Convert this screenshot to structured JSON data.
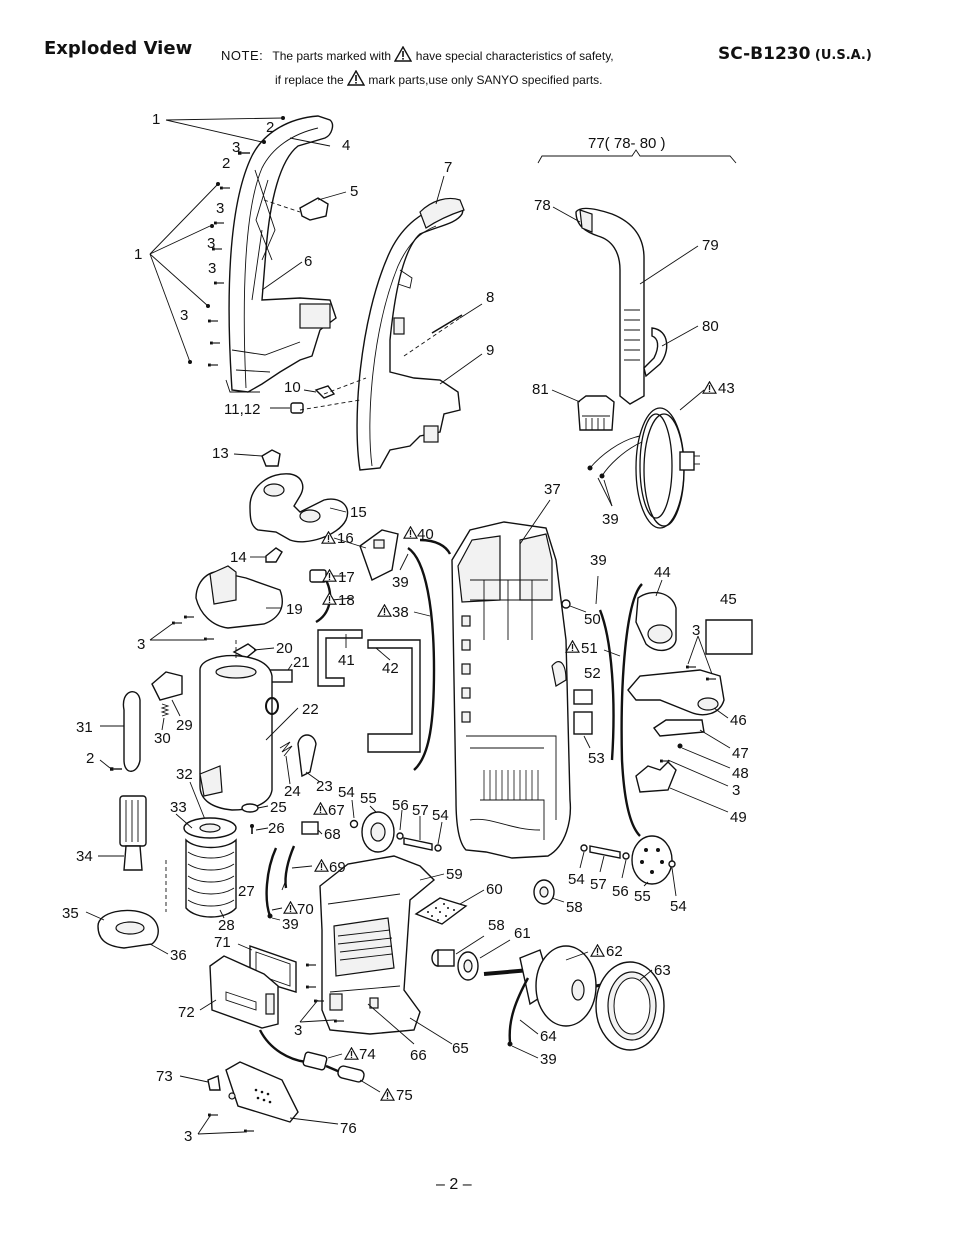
{
  "header": {
    "title": "Exploded View",
    "note_lead": "NOTE:",
    "note_line1": "The parts marked with",
    "note_line1_end": "have special characteristics of safety,",
    "note_line2_start": "if replace the",
    "note_line2_end": "mark parts,use only SANYO specified parts.",
    "model": "SC-B1230",
    "region": "(U.S.A.)"
  },
  "footer": {
    "page": "– 2 –"
  },
  "group_label": "77( 78- 80 )",
  "labels": {
    "c1a": "1",
    "c2a": "2",
    "c3a": "3",
    "c4": "4",
    "c2b": "2",
    "c3b": "3",
    "c3c": "3",
    "c1b": "1",
    "c3d": "3",
    "c3e": "3",
    "c5": "5",
    "c6": "6",
    "c7": "7",
    "c8": "8",
    "c9": "9",
    "c10": "10",
    "c1112": "11,12",
    "c13": "13",
    "c15": "15",
    "c14": "14",
    "c16": "16",
    "c17": "17",
    "c18": "18",
    "c19": "19",
    "c3f": "3",
    "c20": "20",
    "c21": "21",
    "c41": "41",
    "c42": "42",
    "c40": "40",
    "c38": "38",
    "c39a": "39",
    "c37": "37",
    "c39b": "39",
    "c78": "78",
    "c79": "79",
    "c80": "80",
    "c81": "81",
    "c43": "43",
    "c39c": "39",
    "c44": "44",
    "c45": "45",
    "c50": "50",
    "c51": "51",
    "c52": "52",
    "c53": "53",
    "c3g": "3",
    "c46": "46",
    "c47": "47",
    "c48": "48",
    "c3h": "3",
    "c49": "49",
    "c31": "31",
    "c2c": "2",
    "c29": "29",
    "c30": "30",
    "c22": "22",
    "c32": "32",
    "c24": "24",
    "c23": "23",
    "c33": "33",
    "c25": "25",
    "c26": "26",
    "c34": "34",
    "c54a": "54",
    "c55a": "55",
    "c56a": "56",
    "c57a": "57",
    "c54b": "54",
    "c67": "67",
    "c68": "68",
    "c69": "69",
    "c27": "27",
    "c70": "70",
    "c39d": "39",
    "c28": "28",
    "c35": "35",
    "c36": "36",
    "c71": "71",
    "c59": "59",
    "c60": "60",
    "c58a": "58",
    "c61": "61",
    "c62": "62",
    "c63": "63",
    "c64": "64",
    "c39e": "39",
    "c54c": "54",
    "c57b": "57",
    "c56b": "56",
    "c55b": "55",
    "c54d": "54",
    "c58b": "58",
    "c72": "72",
    "c3i": "3",
    "c66": "66",
    "c65": "65",
    "c74": "74",
    "c73": "73",
    "c75": "75",
    "c3j": "3",
    "c76": "76"
  }
}
